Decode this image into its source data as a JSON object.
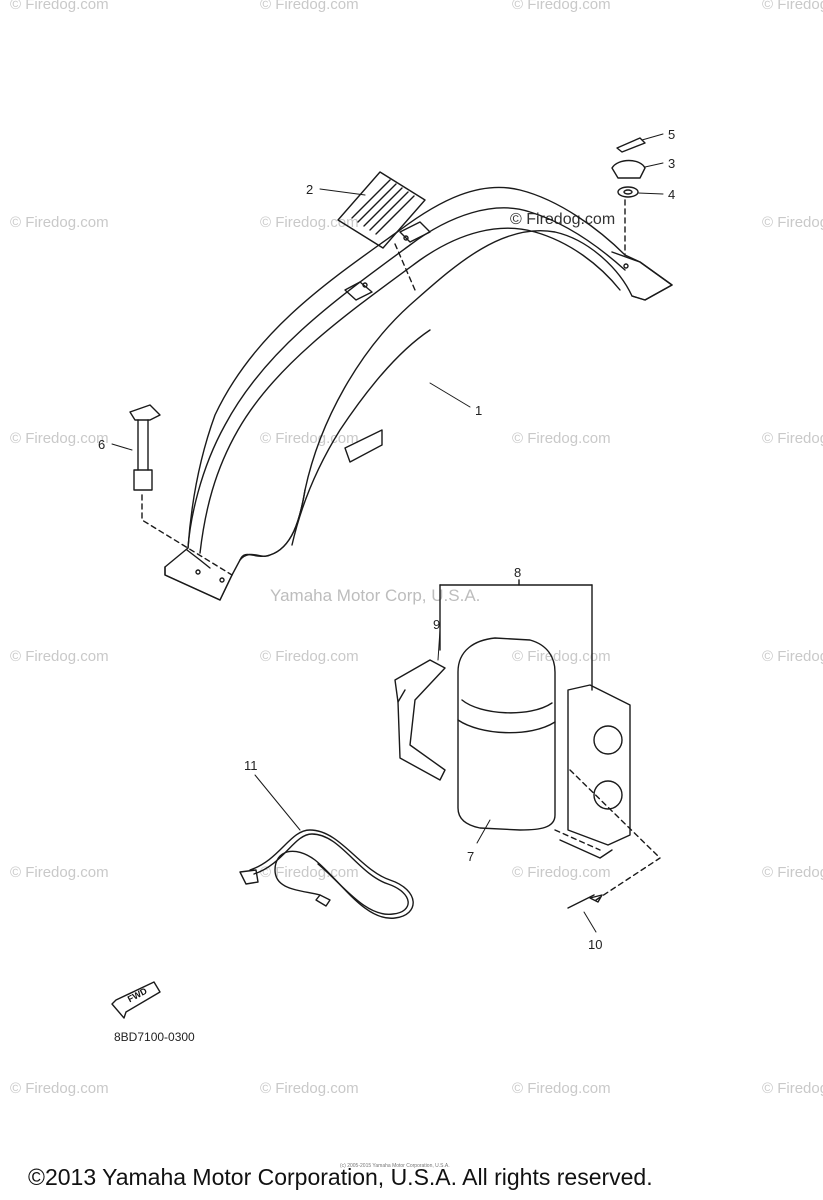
{
  "watermark_text": "© Firedog.com",
  "watermark_main": "© Firedog.com",
  "center_watermark": "Yamaha Motor Corp, U.S.A.",
  "diagram_code": "8BD7100-0300",
  "fwd_label": "FWD",
  "copyright": "©2013 Yamaha Motor Corporation, U.S.A. All rights reserved.",
  "small_copyright": "(c) 2005-2015 Yamaha Motor Corporation, U.S.A.",
  "callouts": {
    "c1": "1",
    "c2": "2",
    "c3": "3",
    "c4": "4",
    "c5": "5",
    "c6": "6",
    "c7": "7",
    "c8": "8",
    "c9": "9",
    "c10": "10",
    "c11": "11"
  }
}
